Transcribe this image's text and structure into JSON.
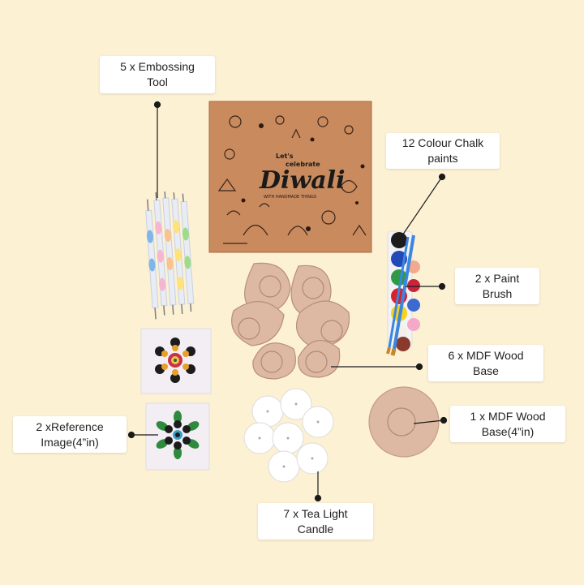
{
  "callouts": {
    "embossing": "5 x Embossing\nTool",
    "chalk": "12 Colour Chalk\npaints",
    "brush": "2 x Paint\nBrush",
    "mdf6": "6 x MDF Wood\nBase",
    "mdf1": "1 x MDF Wood\nBase(4”in)",
    "reference": "2 xReference\nImage(4”in)",
    "candle": "7 x Tea Light\nCandle"
  },
  "box": {
    "line1": "Let's",
    "line2": "celebrate",
    "title": "Diwali",
    "tagline": "WITH HANDMADE THINGS"
  },
  "colors": {
    "background": "#fdf1d4",
    "box": "#c98a5e",
    "wood": "#ddb9a4",
    "ink": "#1a1a1a"
  }
}
